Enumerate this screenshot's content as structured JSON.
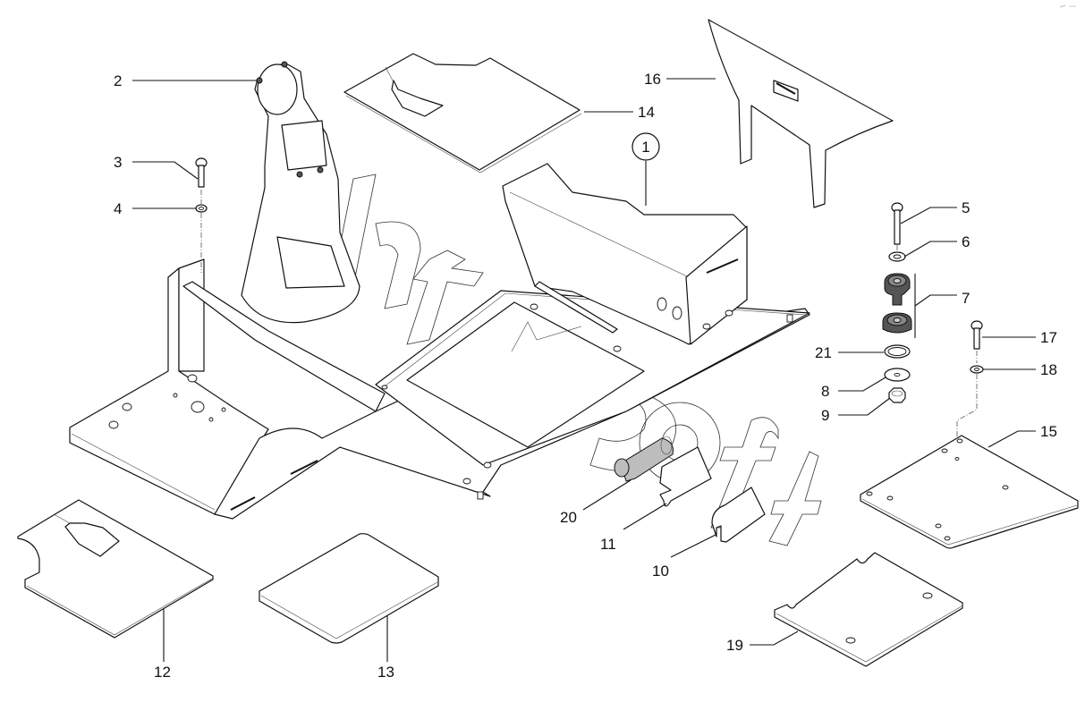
{
  "diagram": {
    "title": "Exploded parts view – floor frame assembly",
    "watermark": "autosoft",
    "callouts": [
      {
        "id": "1",
        "label": "1",
        "part": "floor-frame",
        "circled": true
      },
      {
        "id": "2",
        "label": "2",
        "part": "steering-column-support"
      },
      {
        "id": "3",
        "label": "3",
        "part": "bolt"
      },
      {
        "id": "4",
        "label": "4",
        "part": "washer"
      },
      {
        "id": "5",
        "label": "5",
        "part": "bolt"
      },
      {
        "id": "6",
        "label": "6",
        "part": "washer"
      },
      {
        "id": "7",
        "label": "7",
        "part": "rubber-mount-pair"
      },
      {
        "id": "8",
        "label": "8",
        "part": "flat-washer"
      },
      {
        "id": "9",
        "label": "9",
        "part": "nut"
      },
      {
        "id": "10",
        "label": "10",
        "part": "edge-profile"
      },
      {
        "id": "11",
        "label": "11",
        "part": "edge-seal"
      },
      {
        "id": "12",
        "label": "12",
        "part": "floor-mat-left"
      },
      {
        "id": "13",
        "label": "13",
        "part": "floor-mat-center"
      },
      {
        "id": "14",
        "label": "14",
        "part": "top-mat"
      },
      {
        "id": "15",
        "label": "15",
        "part": "plate-with-holes"
      },
      {
        "id": "16",
        "label": "16",
        "part": "cover-panel"
      },
      {
        "id": "17",
        "label": "17",
        "part": "bolt"
      },
      {
        "id": "18",
        "label": "18",
        "part": "washer"
      },
      {
        "id": "19",
        "label": "19",
        "part": "slotted-plate"
      },
      {
        "id": "20",
        "label": "20",
        "part": "mesh-seal"
      },
      {
        "id": "21",
        "label": "21",
        "part": "ring"
      }
    ]
  }
}
